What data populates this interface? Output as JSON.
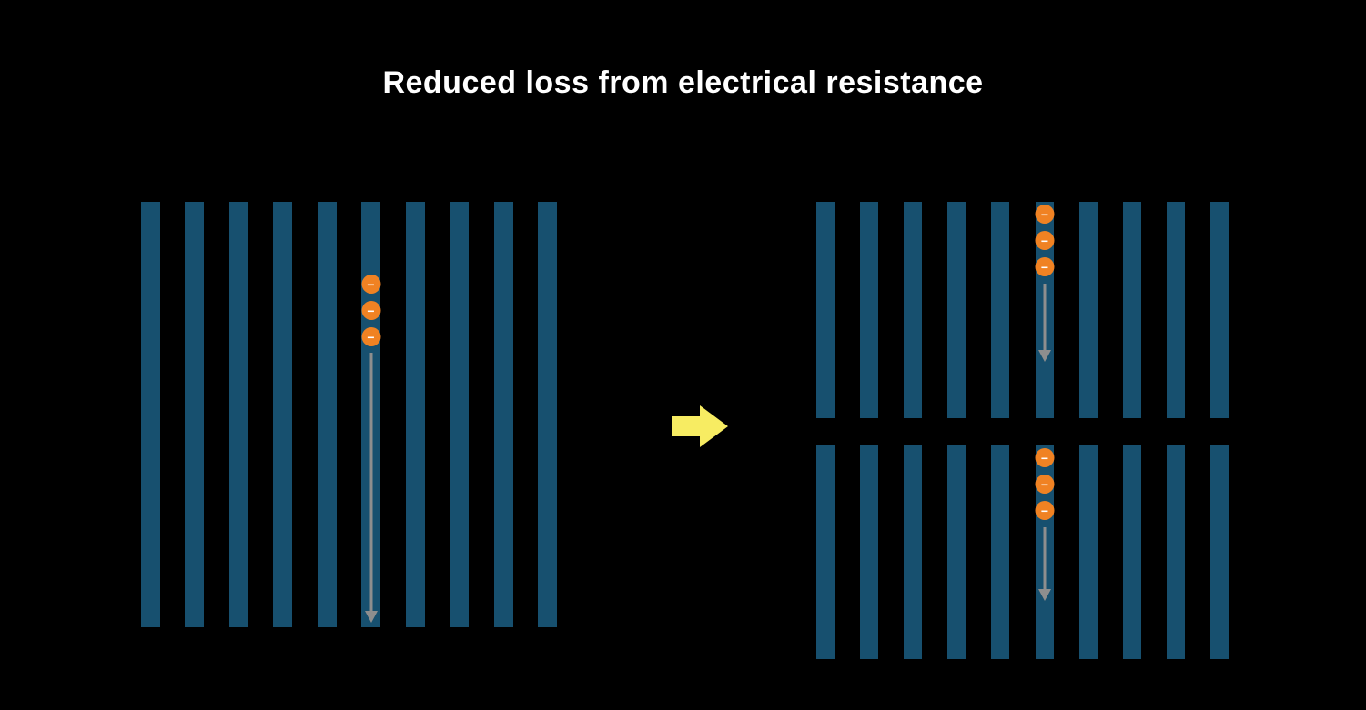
{
  "title": "Reduced loss from electrical resistance",
  "electron_glyph": "−",
  "colors": {
    "background": "#000000",
    "bar": "#17506f",
    "electron_fill": "#f08223",
    "electron_glyph": "#ffffff",
    "flow_arrow": "#8e8e8e",
    "transition_arrow": "#f7ec62",
    "title": "#ffffff"
  },
  "panels": {
    "full_cell": {
      "bars": 10,
      "electron_bar_index": 5,
      "electrons": 3
    },
    "half_cell_top": {
      "bars": 10,
      "electron_bar_index": 5,
      "electrons": 3
    },
    "half_cell_bottom": {
      "bars": 10,
      "electron_bar_index": 5,
      "electrons": 3
    }
  }
}
